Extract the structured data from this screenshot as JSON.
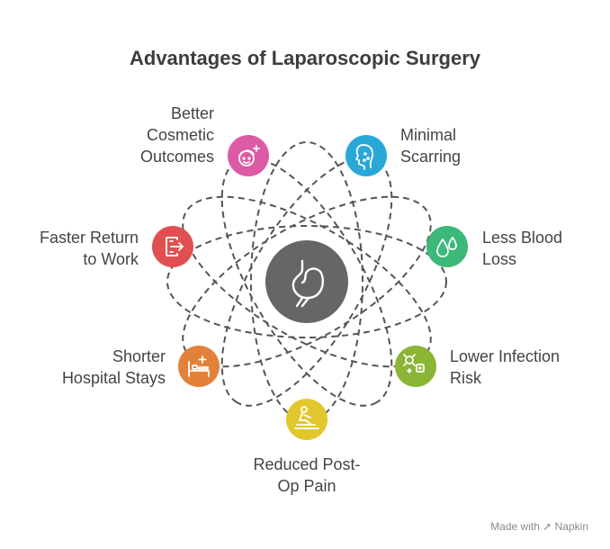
{
  "title": "Advantages of Laparoscopic Surgery",
  "center": {
    "icon": "stomach-icon",
    "color": "#666666"
  },
  "items": [
    {
      "id": "better-cosmetic-outcomes",
      "lines": [
        "Better",
        "Cosmetic",
        "Outcomes"
      ],
      "icon": "face-sparkle-icon",
      "color": "#dc5aa6"
    },
    {
      "id": "minimal-scarring",
      "lines": [
        "Minimal",
        "Scarring"
      ],
      "icon": "face-profile-icon",
      "color": "#29a8d8"
    },
    {
      "id": "less-blood-loss",
      "lines": [
        "Less Blood",
        "Loss"
      ],
      "icon": "blood-drops-icon",
      "color": "#3cb878"
    },
    {
      "id": "lower-infection-risk",
      "lines": [
        "Lower Infection",
        "Risk"
      ],
      "icon": "microbes-icon",
      "color": "#8ab535"
    },
    {
      "id": "reduced-post-op-pain",
      "lines": [
        "Reduced Post-",
        "Op Pain"
      ],
      "icon": "resting-person-icon",
      "color": "#e2c72c"
    },
    {
      "id": "shorter-hospital-stays",
      "lines": [
        "Shorter",
        "Hospital Stays"
      ],
      "icon": "hospital-bed-icon",
      "color": "#e2823a"
    },
    {
      "id": "faster-return-to-work",
      "lines": [
        "Faster Return",
        "to Work"
      ],
      "icon": "exit-door-icon",
      "color": "#e05050"
    }
  ],
  "footer": {
    "text": "Made with",
    "brand": "Napkin"
  }
}
